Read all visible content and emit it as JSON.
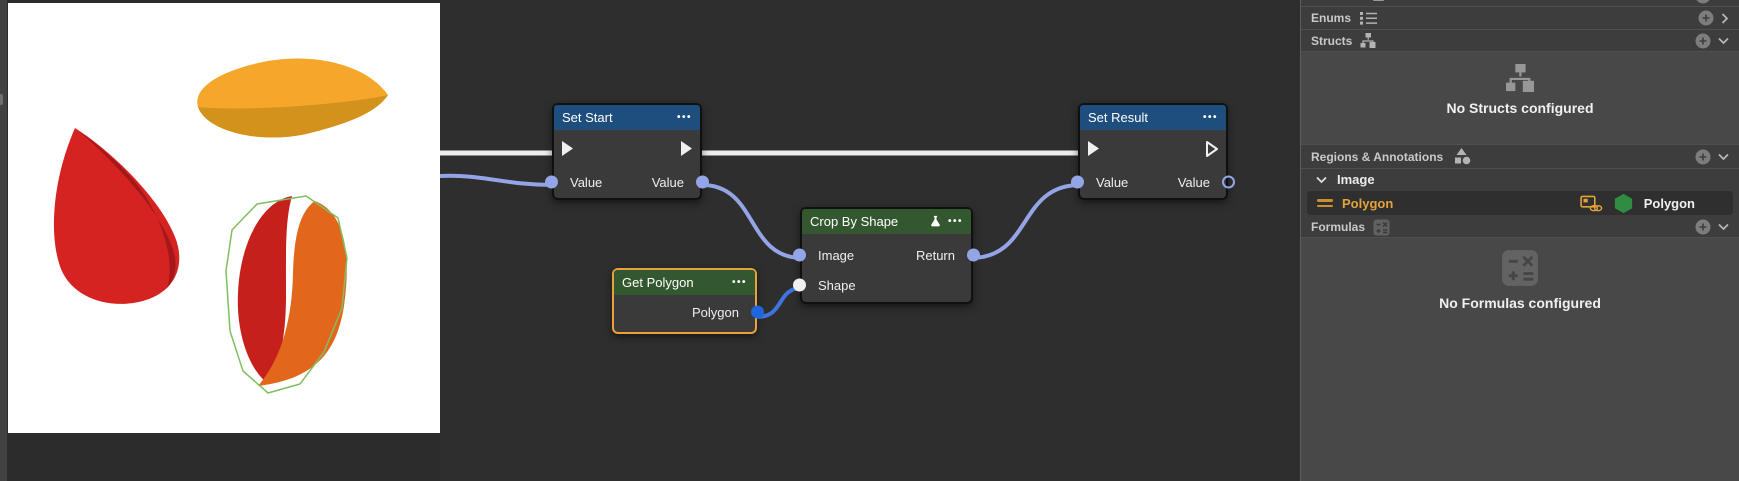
{
  "ui": {
    "dots": "•••"
  },
  "graph": {
    "set_start": {
      "title": "Set Start",
      "input": "Value",
      "output": "Value"
    },
    "set_result": {
      "title": "Set Result",
      "input": "Value",
      "output": "Value"
    },
    "crop_by_shape": {
      "title": "Crop By Shape",
      "input_image": "Image",
      "input_shape": "Shape",
      "output": "Return"
    },
    "get_polygon": {
      "title": "Get Polygon",
      "output": "Polygon"
    }
  },
  "panel": {
    "enums_label": "Enums",
    "structs_label": "Structs",
    "structs_empty": "No Structs configured",
    "regions_label": "Regions & Annotations",
    "image_group": "Image",
    "polygon_name": "Polygon",
    "polygon_type": "Polygon",
    "formulas_label": "Formulas",
    "formulas_empty": "No Formulas configured"
  },
  "colors": {
    "exec_wire": "#ededed",
    "value_wire": "#93a5e6",
    "shape_wire": "#3f74e0",
    "value_pin": "#93a5e6",
    "shape_pin": "#f0f0f0",
    "polygon_pin": "#1f66dd",
    "header_blue": "#1d4e7d",
    "header_green": "#33582f",
    "selection_amber": "#e8a23b",
    "hexagon_green": "#2f8c41",
    "annotation_amber": "#e2a33c",
    "blob_yellow": "#f4a72a",
    "blob_yellow_dark": "#d3921b",
    "blob_red": "#d42320",
    "blob_red_dark": "#a4181b",
    "blob_orange": "#e2661c",
    "polygon_outline_green": "#7fbf5f"
  }
}
